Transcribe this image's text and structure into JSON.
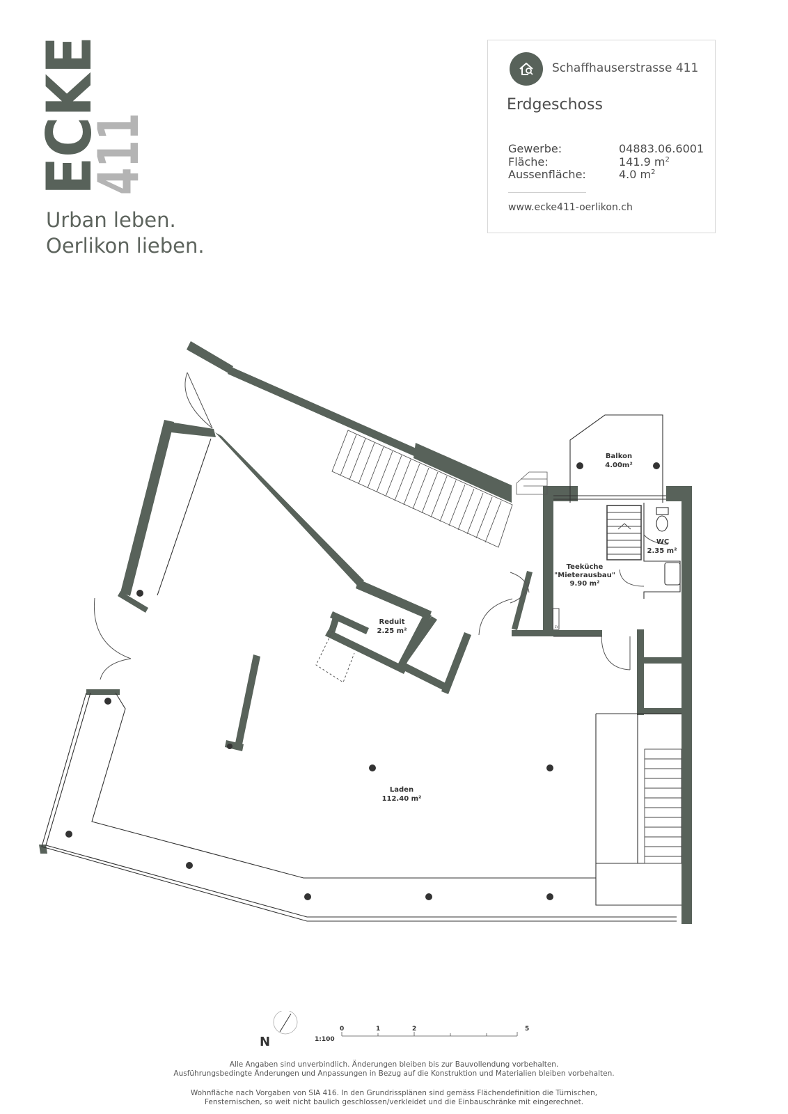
{
  "branding": {
    "logo_word": "ECKE",
    "logo_number": "411",
    "slogan_line1": "Urban leben.",
    "slogan_line2": "Oerlikon lieben.",
    "colors": {
      "primary": "#58625a",
      "secondary": "#b4b4b4"
    }
  },
  "info": {
    "icon": "home-search-icon",
    "address": "Schaffhauserstrasse 411",
    "floor": "Erdgeschoss",
    "rows": [
      {
        "label": "Gewerbe:",
        "value": "04883.06.6001",
        "sup": ""
      },
      {
        "label": "Fläche:",
        "value": "141.9 m",
        "sup": "2"
      },
      {
        "label": "Aussenfläche:",
        "value": "4.0 m",
        "sup": "2"
      }
    ],
    "url": "www.ecke411-oerlikon.ch"
  },
  "rooms": {
    "balkon": {
      "name": "Balkon",
      "area": "4.00m²"
    },
    "wc": {
      "name": "WC",
      "area": "2.35 m²"
    },
    "teekueche": {
      "name": "Teeküche",
      "subtitle": "\"Mieterausbau\"",
      "area": "9.90 m²"
    },
    "reduit": {
      "name": "Reduit",
      "area": "2.25 m²"
    },
    "laden": {
      "name": "Laden",
      "area": "112.40 m²"
    },
    "ev_label": "EV"
  },
  "scale": {
    "north": "N",
    "ratio": "1:100",
    "ticks": [
      "0",
      "1",
      "2",
      "5"
    ]
  },
  "footer": {
    "line1": "Alle Angaben sind unverbindlich. Änderungen bleiben bis zur Bauvollendung vorbehalten.",
    "line2": "Ausführungsbedingte Änderungen und Anpassungen in Bezug auf die Konstruktion und Materialien bleiben vorbehalten.",
    "line3": "Wohnfläche nach Vorgaben von SIA 416. In den Grundrissplänen sind gemäss Flächendefinition die Türnischen,",
    "line4": "Fensternischen, so weit nicht baulich geschlossen/verkleidet und die Einbauschränke mit eingerechnet."
  }
}
